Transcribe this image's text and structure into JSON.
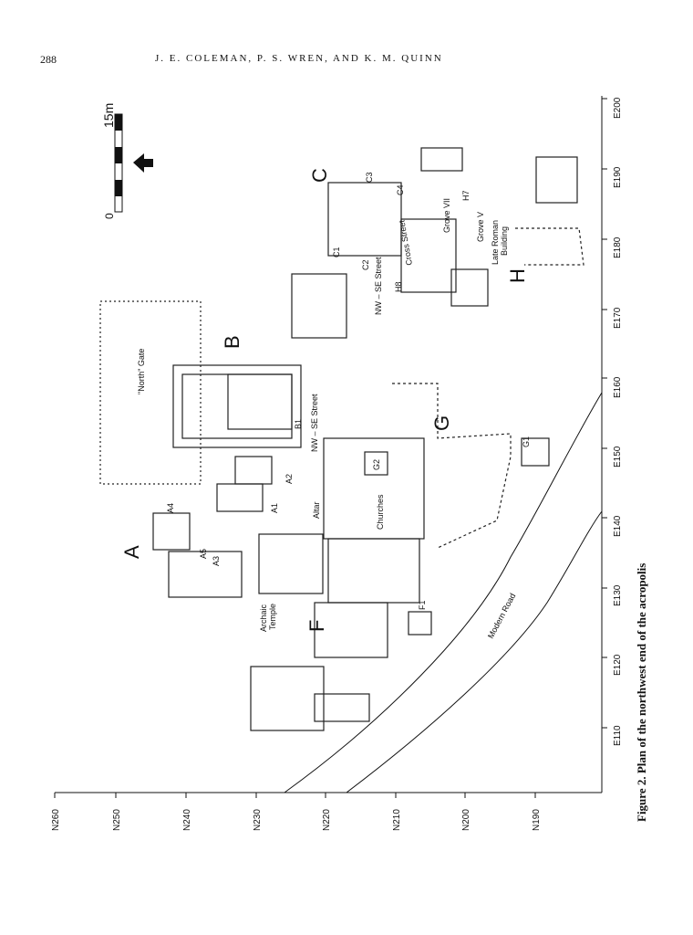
{
  "header": {
    "page_number": "288",
    "authors": "J. E. COLEMAN, P. S. WREN, AND K. M. QUINN"
  },
  "scale": {
    "zero": "0",
    "max": "15m"
  },
  "grid": {
    "east": [
      "E110",
      "E120",
      "E130",
      "E140",
      "E150",
      "E160",
      "E170",
      "E180",
      "E190",
      "E200"
    ],
    "north": [
      "N260",
      "N250",
      "N240",
      "N230",
      "N220",
      "N210",
      "N200",
      "N190"
    ]
  },
  "areas": {
    "a": "A",
    "b": "B",
    "c": "C",
    "f": "F",
    "g": "G",
    "h": "H"
  },
  "labels": {
    "north_gate": "\"North\" Gate",
    "nw_se_street_1": "NW – SE Street",
    "nw_se_street_2": "NW – SE Street",
    "cross_street": "Cross Street",
    "grove_vii": "Grove VII",
    "grove_v": "Grove V",
    "late_roman": "Late Roman",
    "building": "Building",
    "churches": "Churches",
    "altar": "Altar",
    "archaic": "Archaic",
    "temple": "Temple",
    "modern_road": "Modern Road",
    "a1": "A1",
    "a2": "A2",
    "a3": "A3",
    "a4": "A4",
    "a5": "A5",
    "b1": "B1",
    "c1": "C1",
    "c2": "C2",
    "c3": "C3",
    "c4": "C4",
    "f1": "F1",
    "g1": "G1",
    "g2": "G2",
    "h7": "H7",
    "h8": "H8"
  },
  "caption": "Figure 2. Plan of the northwest end of the acropolis"
}
